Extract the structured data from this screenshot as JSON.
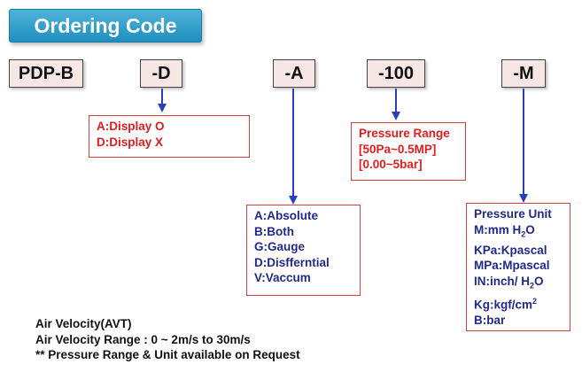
{
  "title": "Ordering Code",
  "codes": [
    {
      "id": "pdp-b",
      "label": "PDP-B"
    },
    {
      "id": "d",
      "label": "-D"
    },
    {
      "id": "a",
      "label": "-A"
    },
    {
      "id": "100",
      "label": "-100"
    },
    {
      "id": "m",
      "label": "-M"
    }
  ],
  "display_box": {
    "lines": [
      "A:Display O",
      "D:Display X"
    ]
  },
  "range_box": {
    "lines": [
      "Pressure Range",
      "[50Pa~0.5MP]",
      "[0.00~5bar]"
    ]
  },
  "type_box": {
    "lines": [
      "A:Absolute",
      "B:Both",
      "G:Gauge",
      "D:Disfferntial",
      "V:Vaccum"
    ]
  },
  "unit_box": {
    "heading": "Pressure Unit",
    "mmh2o_prefix": "M:mm H",
    "mmh2o_sub": "2",
    "mmh2o_suffix": "O",
    "kpa": "KPa:Kpascal",
    "mpa": "MPa:Mpascal",
    "inh2o_prefix": "IN:inch/ H",
    "inh2o_sub": "2",
    "inh2o_suffix": "O",
    "kg_prefix": "Kg:kgf/cm",
    "kg_sup": "2",
    "bar": "B:bar"
  },
  "notes": [
    "Air Velocity(AVT)",
    "Air Velocity Range : 0 ~ 2m/s to 30m/s",
    "** Pressure Range & Unit available on Request"
  ],
  "colors": {
    "title_bg": "#2a9fd0",
    "code_bg": "#f6e7e5",
    "box_border": "#d44040",
    "red_text": "#e11d1d",
    "navy_text": "#1f2a8a",
    "arrow": "#2a3fbf"
  }
}
